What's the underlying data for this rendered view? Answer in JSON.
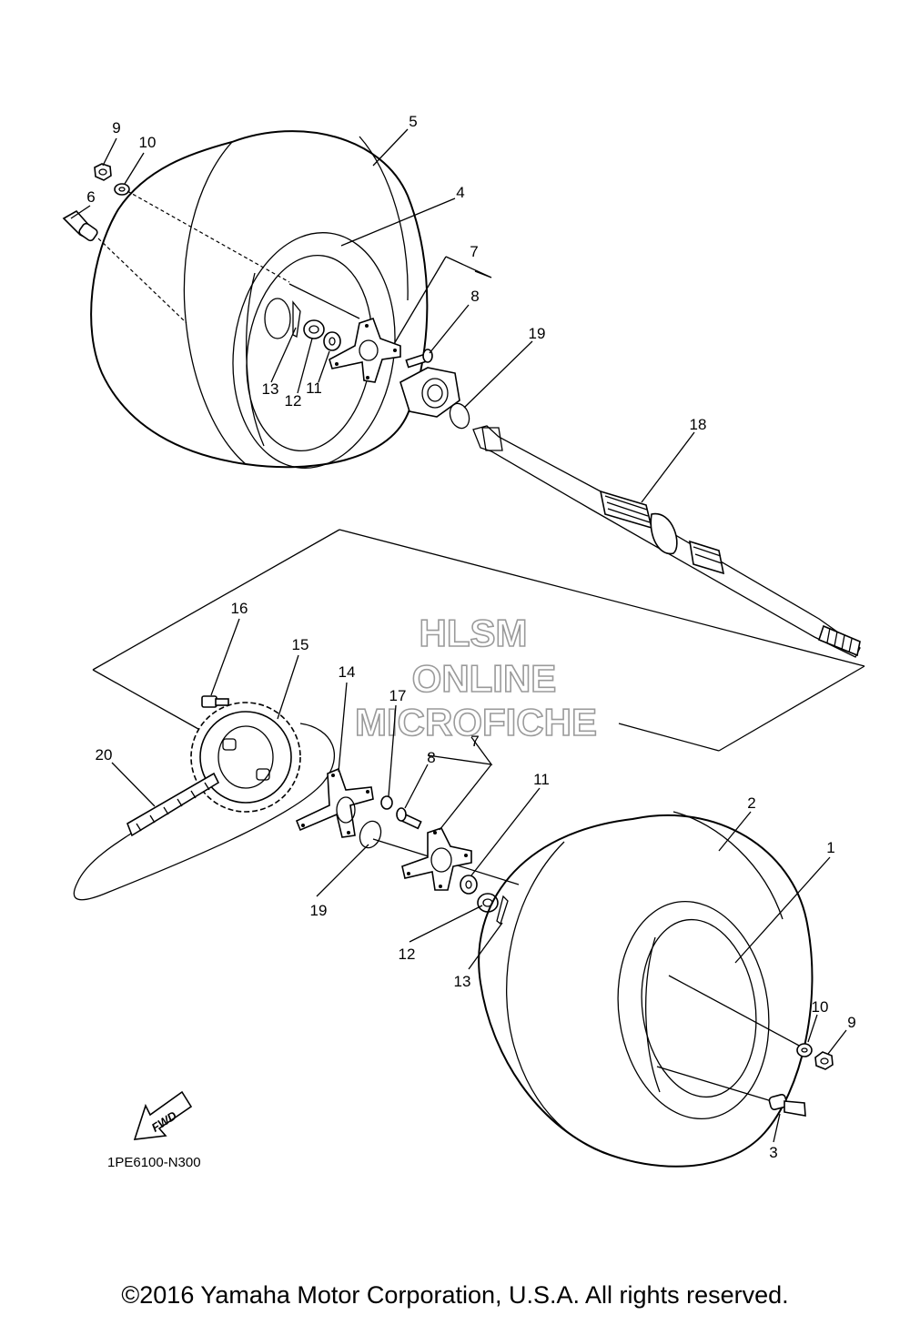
{
  "diagram": {
    "code": "1PE6100-N300",
    "fwd_label": "FWD",
    "copyright": "©2016 Yamaha Motor Corporation, U.S.A. All rights reserved.",
    "watermark": [
      "HLSM",
      "ONLINE",
      "MICROFICHE"
    ],
    "callouts": [
      {
        "id": "c9a",
        "label": "9"
      },
      {
        "id": "c10a",
        "label": "10"
      },
      {
        "id": "c6",
        "label": "6"
      },
      {
        "id": "c5",
        "label": "5"
      },
      {
        "id": "c4",
        "label": "4"
      },
      {
        "id": "c7a",
        "label": "7"
      },
      {
        "id": "c8a",
        "label": "8"
      },
      {
        "id": "c19a",
        "label": "19"
      },
      {
        "id": "c13a",
        "label": "13"
      },
      {
        "id": "c12a",
        "label": "12"
      },
      {
        "id": "c11a",
        "label": "11"
      },
      {
        "id": "c18",
        "label": "18"
      },
      {
        "id": "c16",
        "label": "16"
      },
      {
        "id": "c15",
        "label": "15"
      },
      {
        "id": "c14",
        "label": "14"
      },
      {
        "id": "c17",
        "label": "17"
      },
      {
        "id": "c7b",
        "label": "7"
      },
      {
        "id": "c8b",
        "label": "8"
      },
      {
        "id": "c11b",
        "label": "11"
      },
      {
        "id": "c20",
        "label": "20"
      },
      {
        "id": "c19b",
        "label": "19"
      },
      {
        "id": "c12b",
        "label": "12"
      },
      {
        "id": "c13b",
        "label": "13"
      },
      {
        "id": "c2",
        "label": "2"
      },
      {
        "id": "c1",
        "label": "1"
      },
      {
        "id": "c10b",
        "label": "10"
      },
      {
        "id": "c9b",
        "label": "9"
      },
      {
        "id": "c3",
        "label": "3"
      }
    ]
  }
}
